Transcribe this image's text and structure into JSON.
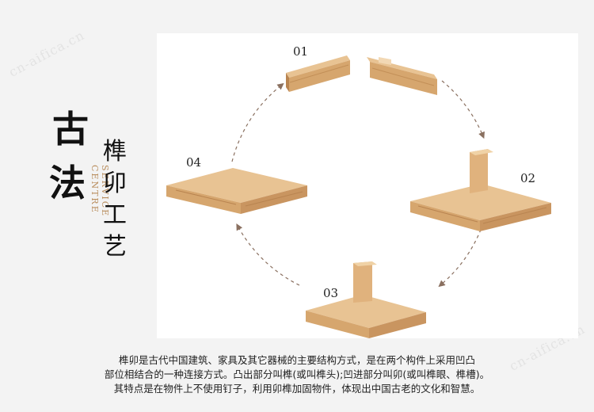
{
  "watermark": {
    "text": "cn-aifica.cn"
  },
  "heading": {
    "big": [
      "古",
      "法"
    ],
    "small": [
      "榫",
      "卯",
      "工",
      "艺"
    ],
    "english": "SERVICE CENTRE"
  },
  "steps": [
    {
      "label": "01"
    },
    {
      "label": "02"
    },
    {
      "label": "03"
    },
    {
      "label": "04"
    }
  ],
  "description": {
    "line1": "榫卯是古代中国建筑、家具及其它器械的主要结构方式，是在两个构件上采用凹凸",
    "line2": "部位相结合的一种连接方式。凸出部分叫榫(或叫榫头);凹进部分叫卯(或叫榫眼、榫槽)。",
    "line3": "其特点是在物件上不使用钉子，利用卯榫加固物件，体现出中国古老的文化和智慧。"
  },
  "colors": {
    "wood_top": "#e8c393",
    "wood_front": "#d6a66e",
    "wood_dark": "#b98450",
    "arrow": "#8a7060",
    "accent": "#b98e5e"
  }
}
